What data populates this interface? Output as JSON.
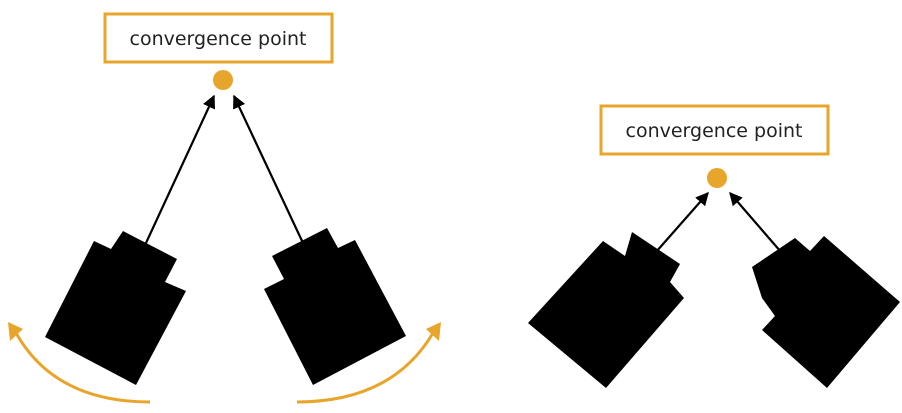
{
  "colors": {
    "accent": "#E8A52C",
    "camera": "#000000",
    "arrow": "#000000",
    "label_text": "#222222",
    "background": "#ffffff"
  },
  "left_panel": {
    "label": "convergence point",
    "cameras": [
      "camera-body",
      "camera-body"
    ],
    "rotation_arrows": [
      "rotate-counterclockwise-arrow",
      "rotate-clockwise-arrow"
    ]
  },
  "right_panel": {
    "label": "convergence point",
    "cameras": [
      "camera-body",
      "camera-body"
    ]
  }
}
